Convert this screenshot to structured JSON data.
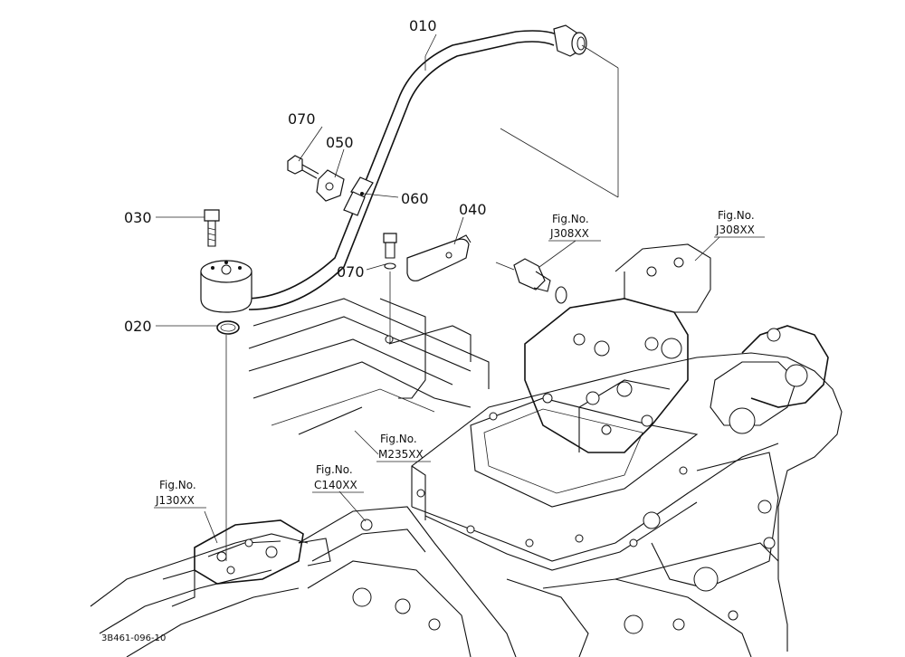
{
  "parts": [
    {
      "id": "p010",
      "label": "010"
    },
    {
      "id": "p070a",
      "label": "070"
    },
    {
      "id": "p050",
      "label": "050"
    },
    {
      "id": "p060",
      "label": "060"
    },
    {
      "id": "p040",
      "label": "040"
    },
    {
      "id": "p030",
      "label": "030"
    },
    {
      "id": "p070b",
      "label": "070"
    },
    {
      "id": "p020",
      "label": "020"
    }
  ],
  "fig_refs": [
    {
      "id": "fig_j308_a",
      "title": "Fig.No.",
      "code": "J308XX"
    },
    {
      "id": "fig_j308_b",
      "title": "Fig.No.",
      "code": "J308XX"
    },
    {
      "id": "fig_m235",
      "title": "Fig.No.",
      "code": "M235XX"
    },
    {
      "id": "fig_c140",
      "title": "Fig.No.",
      "code": "C140XX"
    },
    {
      "id": "fig_j130",
      "title": "Fig.No.",
      "code": "J130XX"
    }
  ],
  "drawing_code": "3B461-096-10"
}
